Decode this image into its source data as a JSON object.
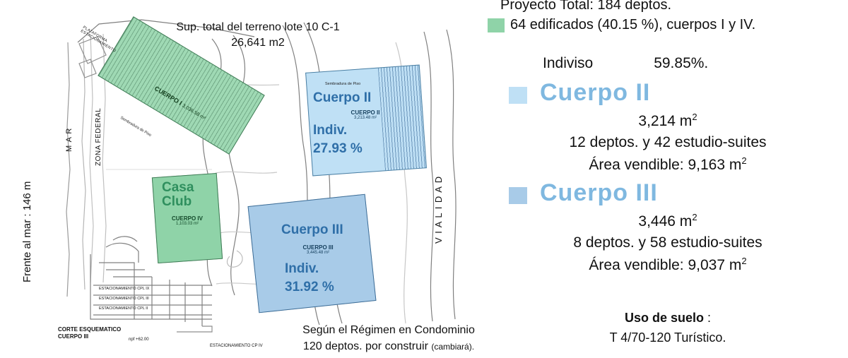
{
  "plan": {
    "frente_al_mar": "Frente al mar : 146 m",
    "mar": "M A R",
    "zona_federal": "ZONA FEDERAL",
    "vialidad": "V I A L I D A D",
    "sup_terreno": "Sup. total del terreno lote 10 C-1\n26,641 m2",
    "sup_terreno_line1": "Sup. total del terreno lote 10 C-1",
    "sup_terreno_line2": "26,641 m2",
    "plataforma": "PLATAFORMA  ESTACIONAMIENTO",
    "sembradura1": "Sembradura de Piso",
    "sembradura2": "Sembradura de Piso",
    "cuerpo1": {
      "name": "CUERPO I",
      "area": "3,036.58 m²"
    },
    "cuerpo2": {
      "title": "Cuerpo  II",
      "name": "CUERPO II",
      "area": "3,213.48 m²",
      "indiv_label": "Indiv.",
      "indiv_value": "27.93 %"
    },
    "casa_club": {
      "title_line1": "Casa",
      "title_line2": "Club",
      "name": "CUERPO IV",
      "area": "1,103.03 m²"
    },
    "cuerpo3": {
      "title": "Cuerpo  III",
      "name": "CUERPO III",
      "area": "3,445.48 m²",
      "indiv_label": "Indiv.",
      "indiv_value": "31.92 %"
    },
    "corte_label_line1": "CORTE  ESQUEMATICO",
    "corte_label_line2": "CUERPO III",
    "nivel": "npf +62.00",
    "est_cp4": "ESTACIONAMIENTO CP IV",
    "est_tags": [
      "ESTACIONAMIENTO CPL IX",
      "ESTACIONAMIENTO CPL III",
      "ESTACIONAMIENTO CPL II"
    ],
    "regimen_line1": "Según el Régimen en Condominio",
    "regimen_line2": "120 deptos. por construir",
    "regimen_line2_small": "(cambiará)."
  },
  "panel": {
    "proyecto_total": "Proyecto Total: 184 deptos.",
    "edificados": "64 edificados (40.15 %), cuerpos I y IV.",
    "indiviso_label": "Indiviso",
    "indiviso_value": "59.85%.",
    "cuerpo2": {
      "title": "Cuerpo  II",
      "area": "3,214 m",
      "area_sup": "2",
      "deptos": "12 deptos. y 42 estudio-suites",
      "vendible": "Área vendible: 9,163 m",
      "vendible_sup": "2"
    },
    "cuerpo3": {
      "title": "Cuerpo  III",
      "area": "3,446 m",
      "area_sup": "2",
      "deptos": "8 deptos. y 58 estudio-suites",
      "vendible": "Área vendible: 9,037 m",
      "vendible_sup": "2"
    },
    "uso_suelo_label": "Uso de suelo",
    "uso_suelo_colon": " :",
    "uso_suelo_value": "T 4/70-120 Turístico."
  },
  "colors": {
    "green_block": "#8fd3a8",
    "green_body1": "#9fd9b4",
    "blue_light": "#bfe0f5",
    "blue_mid": "#a8cbe8",
    "heading_blue": "#7fb8e0",
    "text_blue": "#2f6fa8"
  }
}
